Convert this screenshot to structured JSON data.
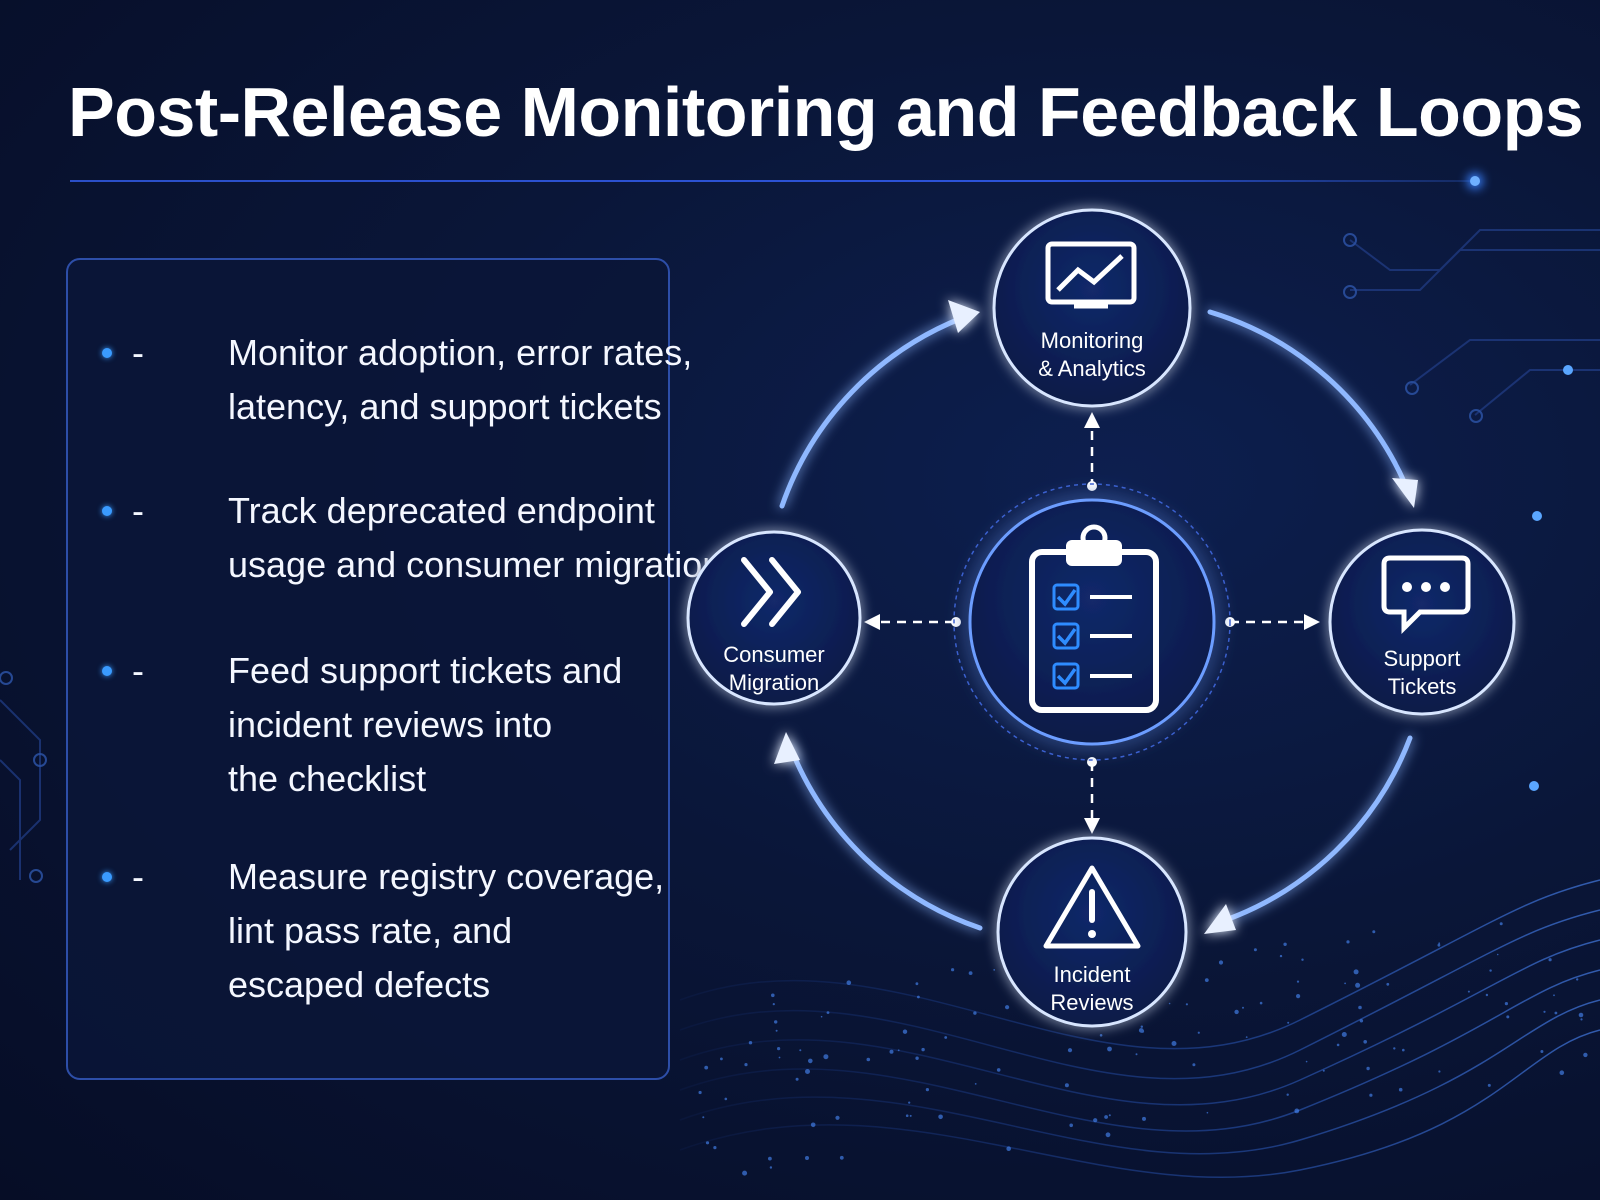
{
  "title": "Post-Release Monitoring and Feedback Loops",
  "bullets": [
    {
      "dash": "-",
      "lines": [
        "Monitor adoption, error rates,",
        "latency, and support tickets"
      ]
    },
    {
      "dash": "-",
      "lines": [
        "Track deprecated endpoint",
        "usage and consumer migration"
      ]
    },
    {
      "dash": "-",
      "lines": [
        "Feed support tickets and",
        "incident reviews into",
        "the checklist"
      ]
    },
    {
      "dash": "-",
      "lines": [
        "Measure registry coverage,",
        "lint pass rate, and",
        "escaped defects"
      ]
    }
  ],
  "diagram": {
    "center_icon": "clipboard-checklist-icon",
    "nodes": [
      {
        "id": "monitoring",
        "icon": "line-chart-monitor-icon",
        "label_lines": [
          "Monitoring",
          "& Analytics"
        ]
      },
      {
        "id": "support",
        "icon": "speech-bubble-icon",
        "label_lines": [
          "Support",
          "Tickets"
        ]
      },
      {
        "id": "incident",
        "icon": "warning-triangle-icon",
        "label_lines": [
          "Incident",
          "Reviews"
        ]
      },
      {
        "id": "migration",
        "icon": "double-chevron-right-icon",
        "label_lines": [
          "Consumer",
          "Migration"
        ]
      }
    ]
  },
  "colors": {
    "background": "#081230",
    "accent": "#3a82ff",
    "glow": "#5f9dff",
    "node_fill": "#0c1b48",
    "check": "#2e8cff"
  }
}
